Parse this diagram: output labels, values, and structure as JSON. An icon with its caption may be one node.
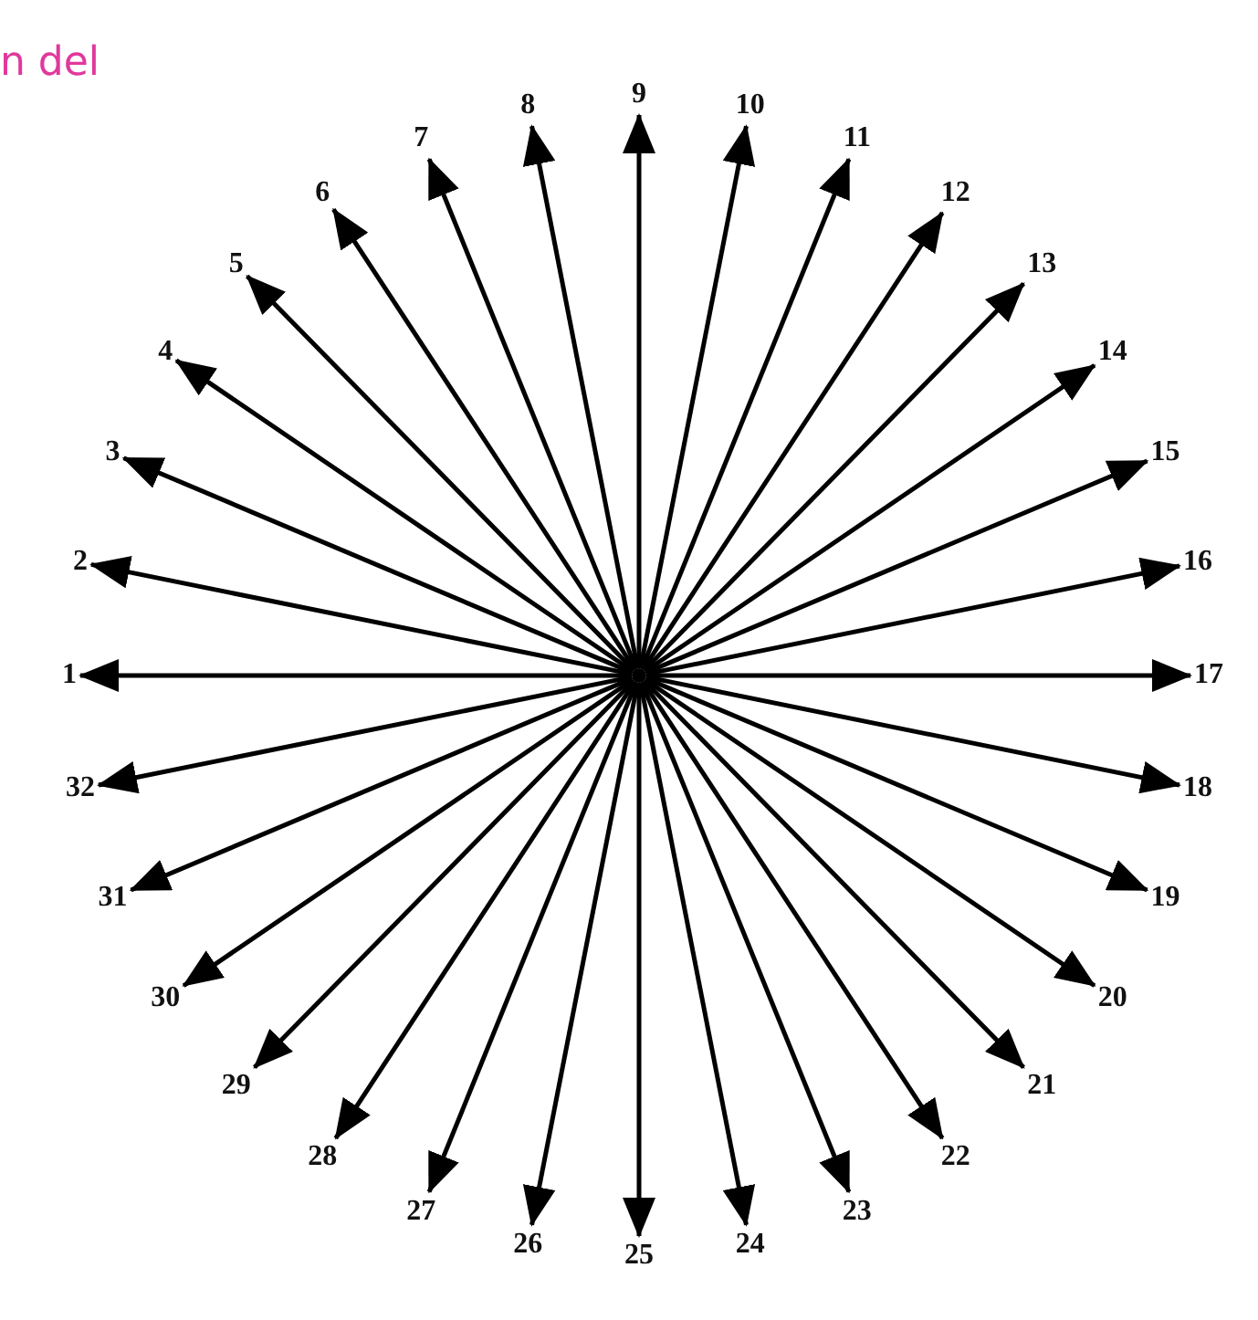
{
  "diagram": {
    "nodes": [
      {
        "text": [
          "1"
        ]
      },
      {
        "text": [
          "2"
        ]
      },
      {
        "text": [
          "3"
        ]
      },
      {
        "text": [
          "4"
        ]
      },
      {
        "text": [
          "5"
        ]
      },
      {
        "text": [
          "6"
        ]
      },
      {
        "text": [
          "7"
        ]
      },
      {
        "text": [
          "8"
        ]
      },
      {
        "text": [
          "9"
        ]
      },
      {
        "text": [
          "10"
        ]
      },
      {
        "text": [
          "11"
        ]
      },
      {
        "text": [
          "12"
        ]
      },
      {
        "text": [
          "13"
        ]
      },
      {
        "text": [
          "14"
        ]
      },
      {
        "text": [
          "15"
        ]
      },
      {
        "text": [
          "16"
        ]
      },
      {
        "text": [
          "17"
        ]
      },
      {
        "text": [
          "18"
        ]
      },
      {
        "text": [
          "19"
        ]
      },
      {
        "text": [
          "20"
        ]
      },
      {
        "text": [
          "21"
        ]
      },
      {
        "text": [
          "22"
        ]
      },
      {
        "text": [
          "23"
        ]
      },
      {
        "text": [
          "24"
        ]
      },
      {
        "text": [
          "25"
        ]
      },
      {
        "text": [
          "26"
        ]
      },
      {
        "text": [
          "27"
        ]
      },
      {
        "text": [
          "28"
        ]
      },
      {
        "text": [
          "29"
        ]
      },
      {
        "text": [
          "30"
        ]
      },
      {
        "text": [
          "31"
        ]
      },
      {
        "text": [
          "32"
        ]
      },
      {
        "text": [],
        "shape": "circle"
      }
    ],
    "edges": [
      {
        "from": 32,
        "to": 0,
        "arrow": "to"
      },
      {
        "from": 32,
        "to": 1,
        "arrow": "to"
      },
      {
        "from": 32,
        "to": 2,
        "arrow": "to"
      },
      {
        "from": 32,
        "to": 3,
        "arrow": "to"
      },
      {
        "from": 32,
        "to": 4,
        "arrow": "to"
      },
      {
        "from": 32,
        "to": 5,
        "arrow": "to"
      },
      {
        "from": 32,
        "to": 6,
        "arrow": "to"
      },
      {
        "from": 32,
        "to": 7,
        "arrow": "to"
      },
      {
        "from": 32,
        "to": 8,
        "arrow": "to"
      },
      {
        "from": 32,
        "to": 9,
        "arrow": "to"
      },
      {
        "from": 32,
        "to": 10,
        "arrow": "to"
      },
      {
        "from": 32,
        "to": 11,
        "arrow": "to"
      },
      {
        "from": 32,
        "to": 12,
        "arrow": "to"
      },
      {
        "from": 32,
        "to": 13,
        "arrow": "to"
      },
      {
        "from": 32,
        "to": 14,
        "arrow": "to"
      },
      {
        "from": 32,
        "to": 15,
        "arrow": "to"
      },
      {
        "from": 32,
        "to": 16,
        "arrow": "to"
      },
      {
        "from": 32,
        "to": 17,
        "arrow": "to"
      },
      {
        "from": 32,
        "to": 18,
        "arrow": "to"
      },
      {
        "from": 32,
        "to": 19,
        "arrow": "to"
      },
      {
        "from": 32,
        "to": 20,
        "arrow": "to"
      },
      {
        "from": 32,
        "to": 21,
        "arrow": "to"
      },
      {
        "from": 32,
        "to": 22,
        "arrow": "to"
      },
      {
        "from": 32,
        "to": 23,
        "arrow": "to"
      },
      {
        "from": 32,
        "to": 24,
        "arrow": "to"
      },
      {
        "from": 32,
        "to": 25,
        "arrow": "to"
      },
      {
        "from": 32,
        "to": 26,
        "arrow": "to"
      },
      {
        "from": 32,
        "to": 27,
        "arrow": "to"
      },
      {
        "from": 32,
        "to": 28,
        "arrow": "to"
      },
      {
        "from": 32,
        "to": 29,
        "arrow": "to"
      },
      {
        "from": 32,
        "to": 30,
        "arrow": "to"
      },
      {
        "from": 32,
        "to": 31,
        "arrow": "to"
      }
    ],
    "labels": [
      "n del"
    ]
  }
}
